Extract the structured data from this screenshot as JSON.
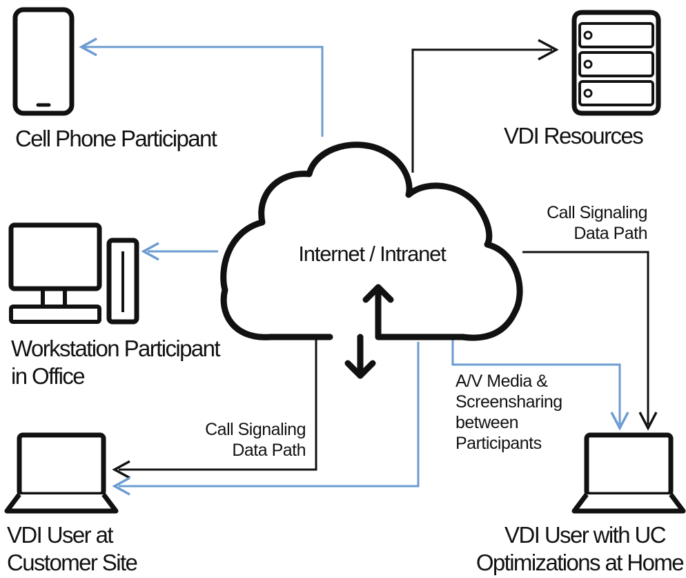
{
  "colors": {
    "signaling": "#111111",
    "media": "#6b9bd1",
    "outline": "#111111"
  },
  "cloud": {
    "label": "Internet / Intranet",
    "icon": "cloud-icon"
  },
  "nodes": {
    "cell_phone": {
      "label": "Cell Phone Participant",
      "icon": "mobile-phone-icon"
    },
    "vdi_resources": {
      "label": "VDI Resources",
      "icon": "server-rack-icon"
    },
    "workstation": {
      "label_line1": "Workstation Participant",
      "label_line2": "in Office",
      "icon": "desktop-computer-icon"
    },
    "customer_site": {
      "label_line1": "VDI User at",
      "label_line2": "Customer Site",
      "icon": "laptop-icon"
    },
    "home_user": {
      "label_line1": "VDI User with UC",
      "label_line2": "Optimizations at Home",
      "icon": "laptop-icon"
    }
  },
  "annotations": {
    "signaling_right_line1": "Call Signaling",
    "signaling_right_line2": "Data Path",
    "signaling_left_line1": "Call Signaling",
    "signaling_left_line2": "Data Path",
    "media_line1": "A/V Media &",
    "media_line2": "Screensharing",
    "media_line3": "between",
    "media_line4": "Participants"
  }
}
